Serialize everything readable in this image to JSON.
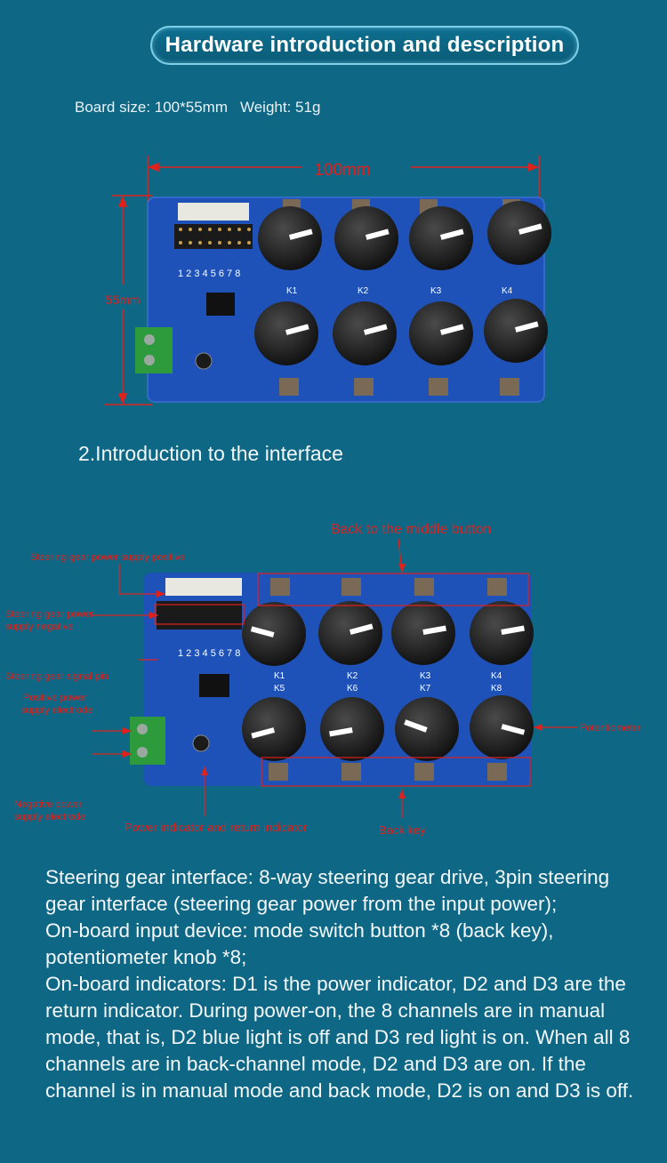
{
  "header": {
    "title": "Hardware introduction and description"
  },
  "specs": {
    "size": "Board size: 100*55mm",
    "weight": "Weight: 51g"
  },
  "board1": {
    "width_label": "100mm",
    "height_label": "55mm",
    "knob_labels": [
      "K1",
      "K2",
      "K3",
      "K4"
    ],
    "header_numbers": "1 2 3 4 5 6 7 8"
  },
  "section2": {
    "title": "2.Introduction to the interface"
  },
  "board2": {
    "knob_labels_top": [
      "K1",
      "K2",
      "K3",
      "K4"
    ],
    "knob_labels_bottom": [
      "K5",
      "K6",
      "K7",
      "K8"
    ],
    "header_numbers": "1 2 3 4 5 6 7 8",
    "annotations": {
      "back_middle": "Back to the middle button",
      "servo_pos": "Steering gear power supply positive",
      "servo_neg_1": "Steering gear power",
      "servo_neg_2": "supply negative",
      "signal_pin": "Steering gear signal pin",
      "pos_power_1": "Positive power",
      "pos_power_2": "supply electrode",
      "potentiometer": "Potentiometer",
      "neg_power_1": "Negative power",
      "neg_power_2": "supply electrode",
      "indicator": "Power indicator and return indicator",
      "back_key": "Back key"
    }
  },
  "description": [
    "Steering gear interface: 8-way steering gear drive, 3pin steering gear interface (steering gear power from the input power);",
    "On-board input device: mode switch button *8 (back key), potentiometer knob *8;",
    "On-board indicators: D1 is the power indicator, D2 and D3 are the return indicator. During power-on, the 8 channels are in manual mode, that is, D2 blue light is off and D3 red light is on. When all 8 channels are in back-channel mode, D2 and D3 are on. If the channel is in manual mode and back mode, D2 is on and D3 is off."
  ],
  "colors": {
    "background": "#0d6785",
    "annotation": "#e0221c",
    "pcb": "#1f52b8"
  }
}
